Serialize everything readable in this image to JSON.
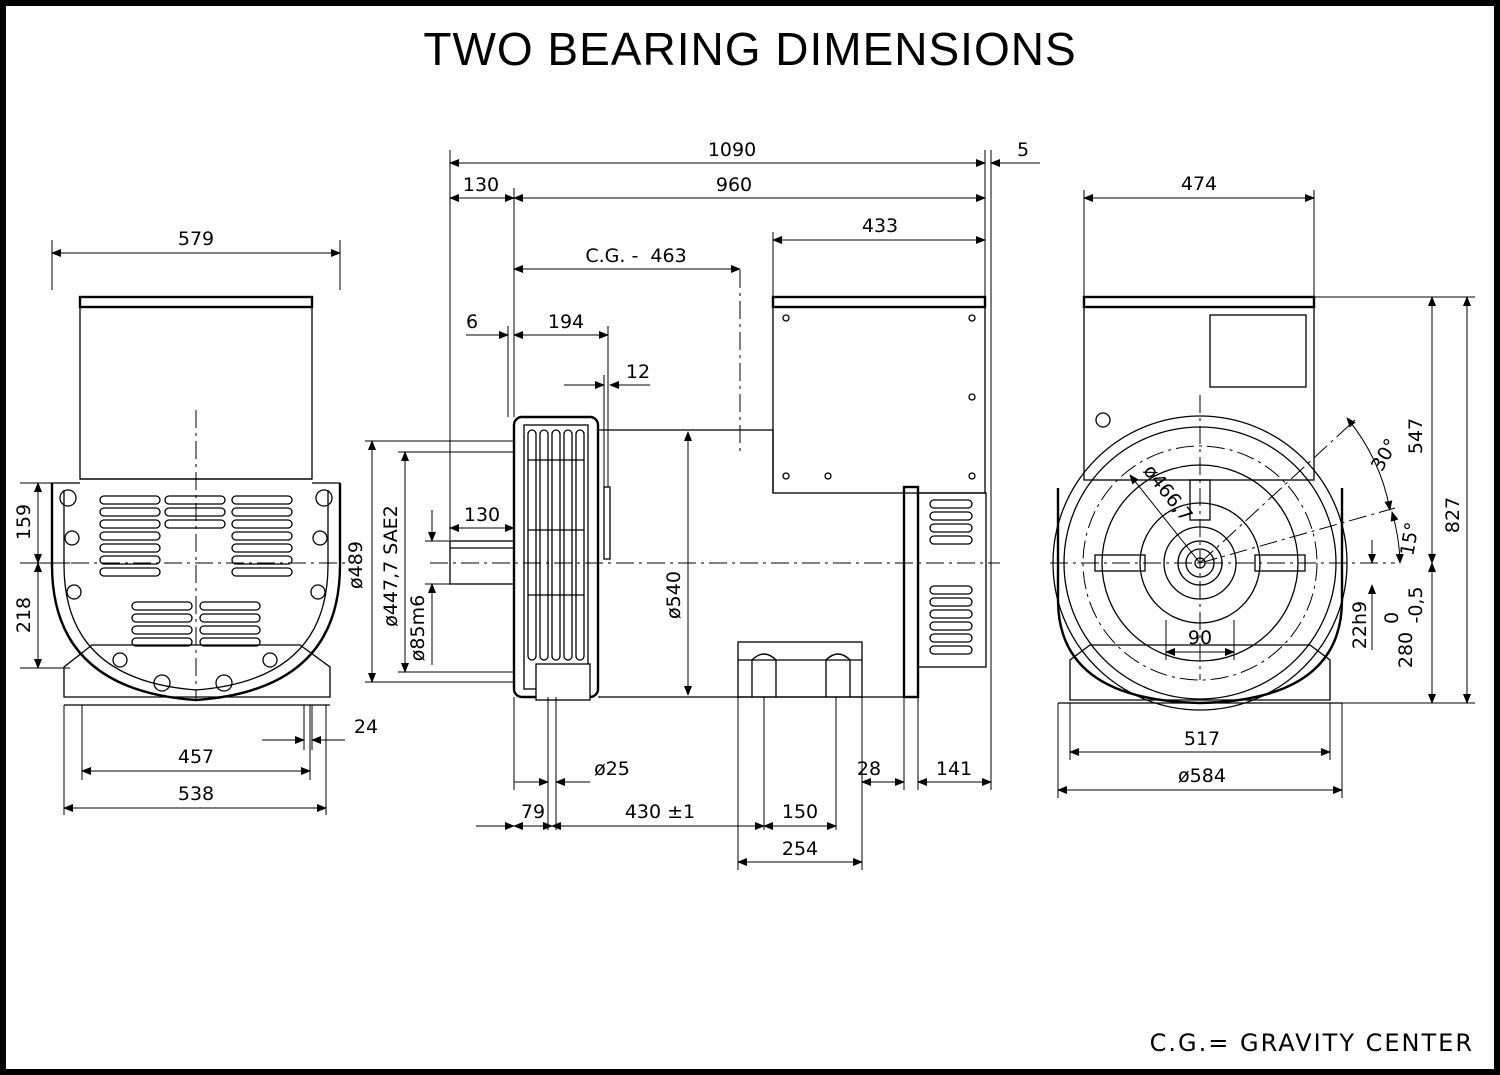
{
  "title": "TWO BEARING DIMENSIONS",
  "footnote": "C.G.= GRAVITY CENTER",
  "front_view": {
    "width_top": "579",
    "height_upper": "159",
    "height_lower": "218",
    "foot_gap": "24",
    "foot_span": "457",
    "base_width": "538"
  },
  "side_view": {
    "overall_length": "1090",
    "end_offset": "5",
    "flange_offset": "130",
    "body_length": "960",
    "terminal_box": "433",
    "cg": "C.G. -  463",
    "flange_gap": "6",
    "fan_length": "194",
    "groove": "12",
    "shaft_length": "130",
    "dia_489": "ø489",
    "dia_sae": "ø447,7  SAE2",
    "dia_shaft": "ø85m6",
    "dia_body": "ø540",
    "dia_hole": "ø25",
    "d79": "79",
    "d430": "430 ±1",
    "d150": "150",
    "d254": "254",
    "d28": "28",
    "d141": "141"
  },
  "end_view": {
    "width_top": "474",
    "height_547": "547",
    "height_827": "827",
    "angle_30": "30°",
    "angle_15": "15°",
    "pcd": "ø466,7",
    "key_width": "90",
    "key_h9": "22h9",
    "shaft_height": "280",
    "tol_upper": "0",
    "tol_lower": "-0,5",
    "base_width": "517",
    "outer_dia": "ø584"
  }
}
